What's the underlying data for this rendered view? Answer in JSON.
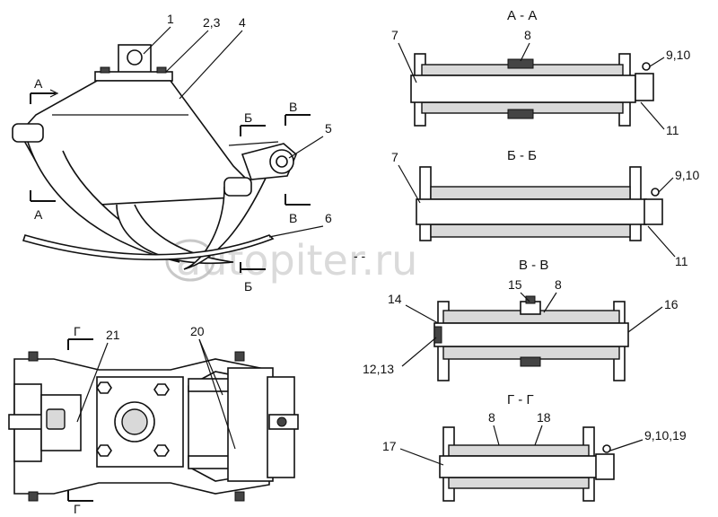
{
  "watermark": "autopiter.ru",
  "main_view": {
    "callouts": {
      "c1": "1",
      "c23": "2,3",
      "c4": "4",
      "c5": "5",
      "c6": "6"
    },
    "section_marks": {
      "a_top": "А",
      "a_bottom": "А",
      "b_top": "Б",
      "b_bottom": "Б",
      "v_top": "В",
      "v_bottom": "В"
    }
  },
  "plan_view": {
    "callouts": {
      "c21": "21",
      "c20": "20"
    },
    "section_marks": {
      "g_top": "Г",
      "g_bottom": "Г"
    }
  },
  "sections": [
    {
      "title": "А - А",
      "callouts": {
        "left": "7",
        "top": "8",
        "right_top": "9,10",
        "right_bottom": "11"
      }
    },
    {
      "title": "Б - Б",
      "callouts": {
        "left": "7",
        "right_top": "9,10",
        "right_bottom": "11"
      }
    },
    {
      "title": "В - В",
      "callouts": {
        "left_top": "14",
        "top_a": "15",
        "top_b": "8",
        "right": "16",
        "left_bottom": "12,13"
      }
    },
    {
      "title": "Г - Г",
      "callouts": {
        "top_a": "8",
        "top_b": "18",
        "left": "17",
        "right": "9,10,19"
      }
    }
  ],
  "stray_mark": "- -"
}
